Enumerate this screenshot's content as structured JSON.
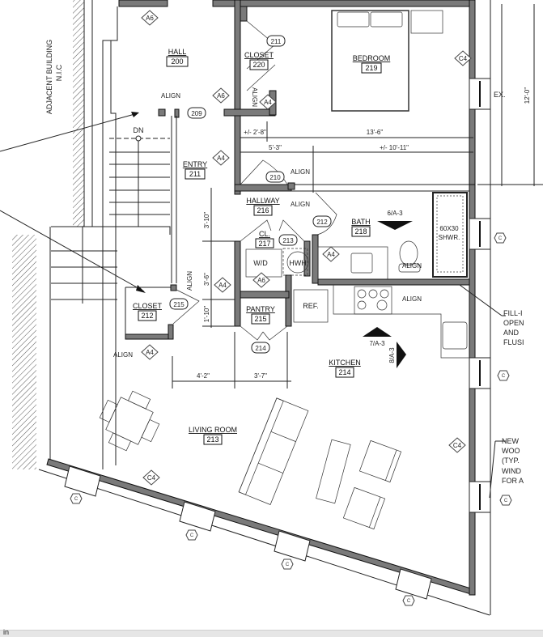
{
  "adjacent": {
    "line1": "ADJACENT BUILDING",
    "line2": "N.I.C"
  },
  "rooms": {
    "hall": {
      "name": "HALL",
      "num": "200"
    },
    "closet220": {
      "name": "CLOSET",
      "num": "220"
    },
    "bedroom": {
      "name": "BEDROOM",
      "num": "219"
    },
    "entry": {
      "name": "ENTRY",
      "num": "211"
    },
    "hallway": {
      "name": "HALLWAY",
      "num": "216"
    },
    "bath": {
      "name": "BATH",
      "num": "218"
    },
    "cl217": {
      "name": "CL.",
      "num": "217"
    },
    "closet212": {
      "name": "CLOSET",
      "num": "212"
    },
    "pantry": {
      "name": "PANTRY",
      "num": "215"
    },
    "kitchen": {
      "name": "KITCHEN",
      "num": "214"
    },
    "living": {
      "name": "LIVING ROOM",
      "num": "213"
    }
  },
  "doors": [
    "209",
    "211",
    "210",
    "212",
    "213",
    "215",
    "214"
  ],
  "labels": {
    "align": "ALIGN",
    "dn": "DN",
    "wd": "W/D",
    "hwh": "HWH",
    "ref": "REF.",
    "shower1": "60X30",
    "shower2": "SHWR.",
    "ex": "EX."
  },
  "tags": {
    "a6": "A6",
    "a4": "A4",
    "c4": "C4",
    "c": "C"
  },
  "sections": {
    "s6": "6/A-3",
    "s7": "7/A-3",
    "s8": "8/A-3"
  },
  "dimensions": {
    "d1": "+/- 2'-8\"",
    "d2": "5'-3\"",
    "d3": "13'-6\"",
    "d4": "+/- 10'-11\"",
    "d5": "12'-0\"",
    "d6": "3'-10\"",
    "d7": "3'-6\"",
    "d8": "1'-10\"",
    "d9": "4'-2\"",
    "d10": "3'-7\""
  },
  "notes": {
    "fill": [
      "FILL-I",
      "OPEN",
      "AND",
      "FLUSI"
    ],
    "new": [
      "NEW",
      "WOO",
      "(TYP.",
      "WIND",
      "FOR A"
    ]
  },
  "statusbar": {
    "text": "in"
  }
}
